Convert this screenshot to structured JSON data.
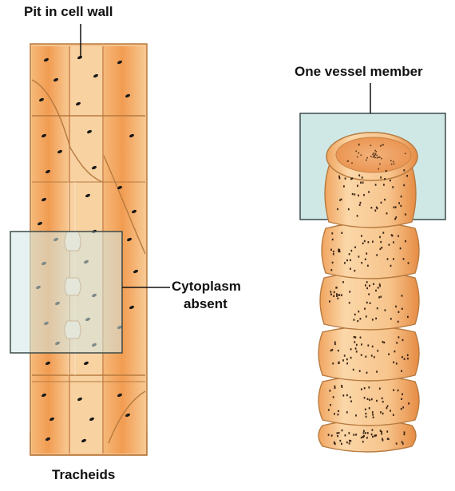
{
  "labels": {
    "pit_in_cell_wall": "Pit in cell wall",
    "one_vessel_member": "One vessel member",
    "cytoplasm_absent_line1": "Cytoplasm",
    "cytoplasm_absent_line2": "absent",
    "tracheids": "Tracheids"
  },
  "colors": {
    "cell_light": "#f8cf9c",
    "cell_mid": "#f2ac66",
    "cell_dark": "#e48a3e",
    "cell_outline": "#b77a3f",
    "highlight_box_fill": "#cfe8e6",
    "highlight_box_stroke": "#3c4a48",
    "pit": "#1a1a1a",
    "leader_line": "#111111"
  },
  "icons": [
    "tracheid-column",
    "vessel-member-tube",
    "pit-dot"
  ]
}
